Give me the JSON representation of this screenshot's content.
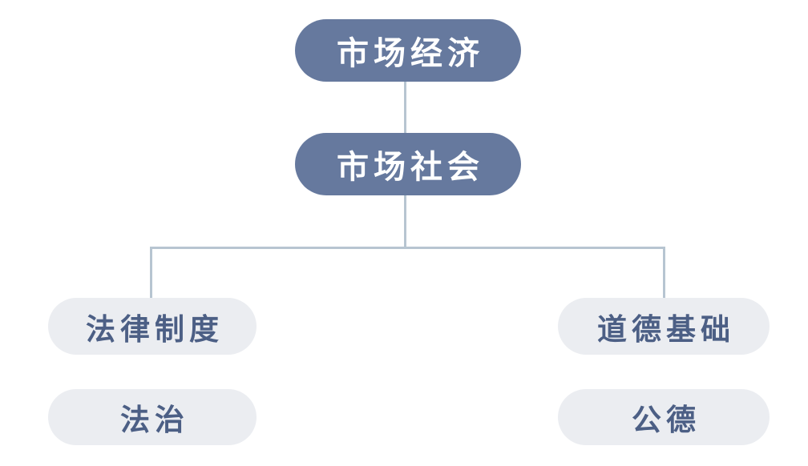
{
  "diagram": {
    "type": "flowchart",
    "nodes": {
      "market_economy": {
        "label": "市场经济",
        "level": 1
      },
      "market_society": {
        "label": "市场社会",
        "level": 2
      },
      "legal_system": {
        "label": "法律制度",
        "level": 3,
        "branch": "left"
      },
      "moral_foundation": {
        "label": "道德基础",
        "level": 3,
        "branch": "right"
      },
      "rule_of_law": {
        "label": "法治",
        "level": 4,
        "branch": "left"
      },
      "public_morality": {
        "label": "公德",
        "level": 4,
        "branch": "right"
      }
    },
    "edges": [
      {
        "from": "market_economy",
        "to": "market_society"
      },
      {
        "from": "market_society",
        "to": "legal_system"
      },
      {
        "from": "market_society",
        "to": "moral_foundation"
      }
    ],
    "colors": {
      "primary_node_bg": "#66799e",
      "primary_node_text": "#ffffff",
      "secondary_node_bg": "#ebedf1",
      "secondary_node_text": "#4c5f85",
      "connector_line": "#b7c5d1",
      "background": "#ffffff"
    }
  }
}
